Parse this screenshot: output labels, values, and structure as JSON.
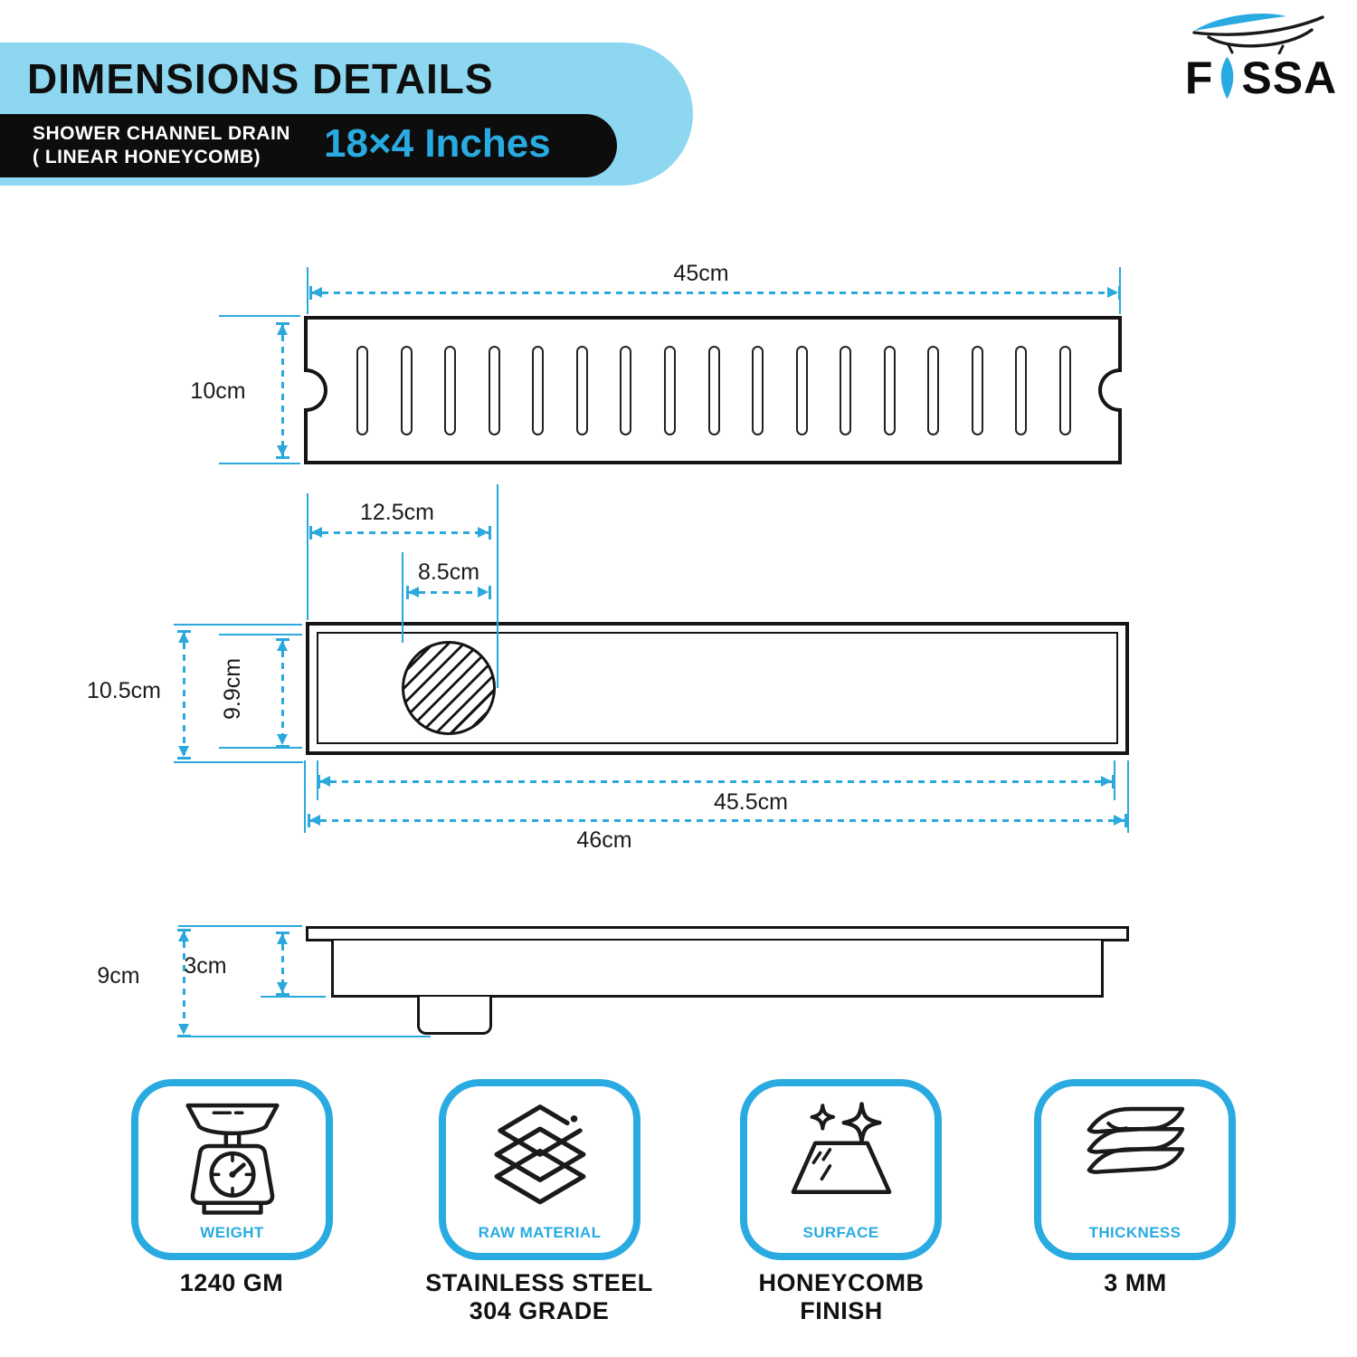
{
  "colors": {
    "accent": "#29ABE2",
    "dimension_line": "#2BA9DD",
    "header_bg": "#8DD7F1",
    "pill_bg": "#0D0D0D",
    "ink": "#151515"
  },
  "header": {
    "title": "DIMENSIONS DETAILS",
    "product_line1": "SHOWER CHANNEL DRAIN",
    "product_line2": "( LINEAR HONEYCOMB)",
    "size": "18×4 Inches"
  },
  "brand": {
    "prefix": "F",
    "suffix": "SSA"
  },
  "top_view": {
    "width": "45cm",
    "height": "10cm",
    "slot_count": 17
  },
  "plan_view": {
    "drain_offset": "12.5cm",
    "drain_diameter": "8.5cm",
    "outer_height": "10.5cm",
    "inner_height": "9.9cm",
    "inner_width": "45.5cm",
    "outer_width": "46cm"
  },
  "side_view": {
    "total_height": "9cm",
    "channel_depth": "3cm"
  },
  "features": [
    {
      "label": "WEIGHT",
      "value_line1": "1240 GM",
      "value_line2": ""
    },
    {
      "label": "RAW MATERIAL",
      "value_line1": "STAINLESS STEEL",
      "value_line2": "304 GRADE"
    },
    {
      "label": "SURFACE",
      "value_line1": "HONEYCOMB",
      "value_line2": "FINISH"
    },
    {
      "label": "THICKNESS",
      "value_line1": "3 MM",
      "value_line2": ""
    }
  ]
}
